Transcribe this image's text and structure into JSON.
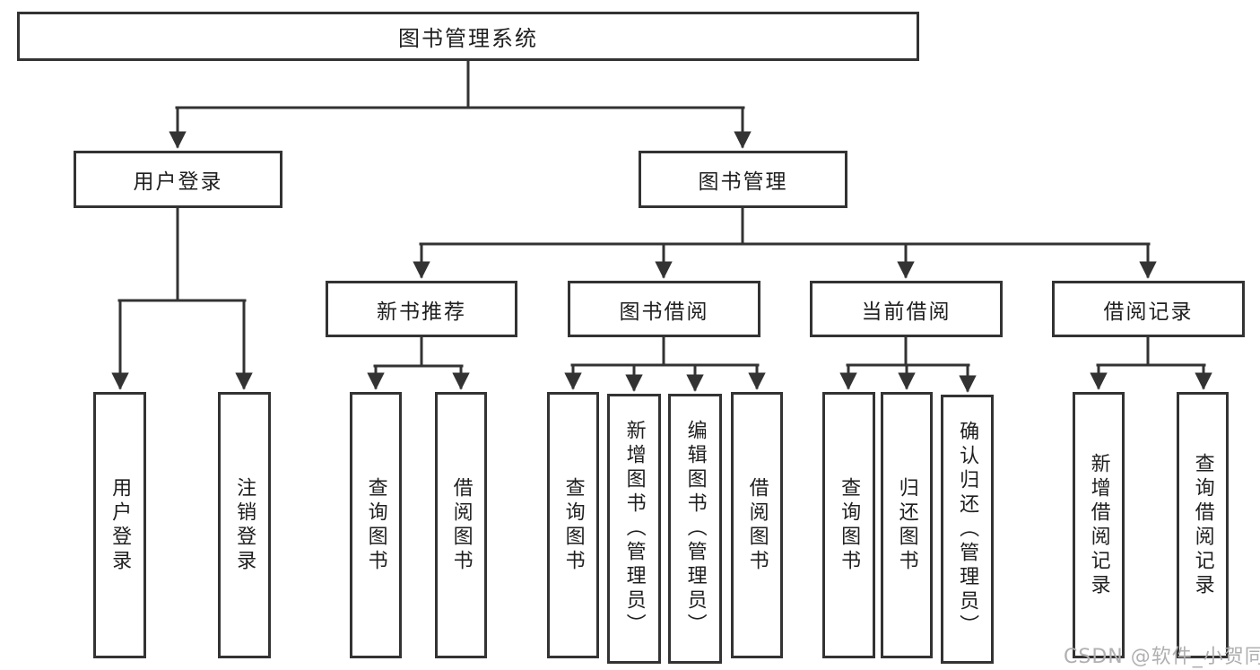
{
  "diagram": {
    "root": {
      "label": "图书管理系统"
    },
    "branches": [
      {
        "label": "用户登录",
        "children": [
          {
            "label": "用户登录"
          },
          {
            "label": "注销登录"
          }
        ]
      },
      {
        "label": "图书管理",
        "groups": [
          {
            "label": "新书推荐",
            "children": [
              {
                "label": "查询图书"
              },
              {
                "label": "借阅图书"
              }
            ]
          },
          {
            "label": "图书借阅",
            "children": [
              {
                "label": "查询图书"
              },
              {
                "label": "新增图书（管理员）"
              },
              {
                "label": "编辑图书（管理员）"
              },
              {
                "label": "借阅图书"
              }
            ]
          },
          {
            "label": "当前借阅",
            "children": [
              {
                "label": "查询图书"
              },
              {
                "label": "归还图书"
              },
              {
                "label": "确认归还（管理员）"
              }
            ]
          },
          {
            "label": "借阅记录",
            "children": [
              {
                "label": "新增借阅记录"
              },
              {
                "label": "查询借阅记录"
              }
            ]
          }
        ]
      }
    ]
  },
  "colors": {
    "line": "#333333",
    "text": "#1f1f1f",
    "background": "#ffffff",
    "watermark": "#b0b0b0"
  },
  "watermark": {
    "text": "CSDN @软件_小贺同学"
  }
}
